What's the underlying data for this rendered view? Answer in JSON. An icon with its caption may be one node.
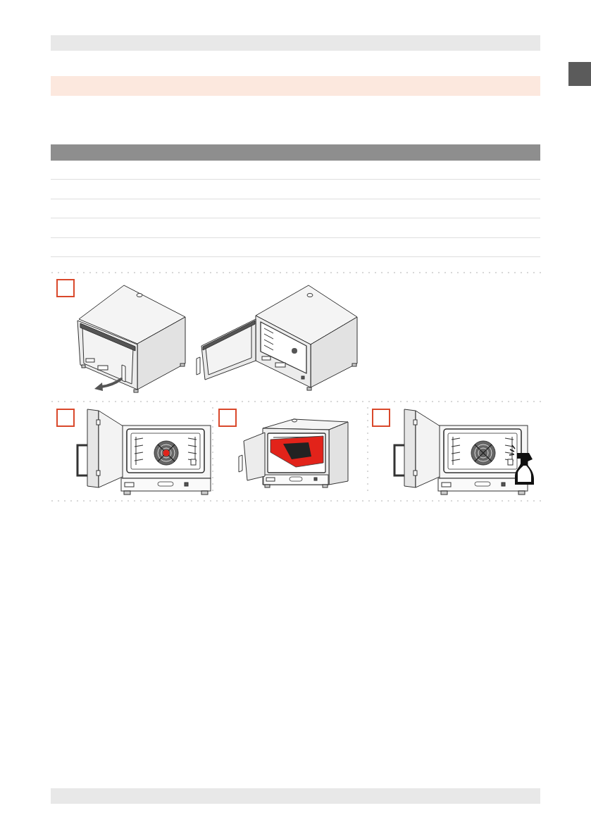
{
  "diagram": {
    "nodes": [
      {
        "text": [],
        "shape": "bar"
      },
      {
        "text": [],
        "shape": "bar"
      },
      {
        "text": [],
        "shape": "bar"
      },
      {
        "text": [],
        "shape": "bar"
      },
      {
        "text": [],
        "shape": "box"
      },
      {
        "text": [],
        "shape": "box"
      },
      {
        "text": [],
        "shape": "box"
      },
      {
        "text": [],
        "shape": "box"
      },
      {
        "text": [],
        "shape": "bar"
      }
    ]
  }
}
